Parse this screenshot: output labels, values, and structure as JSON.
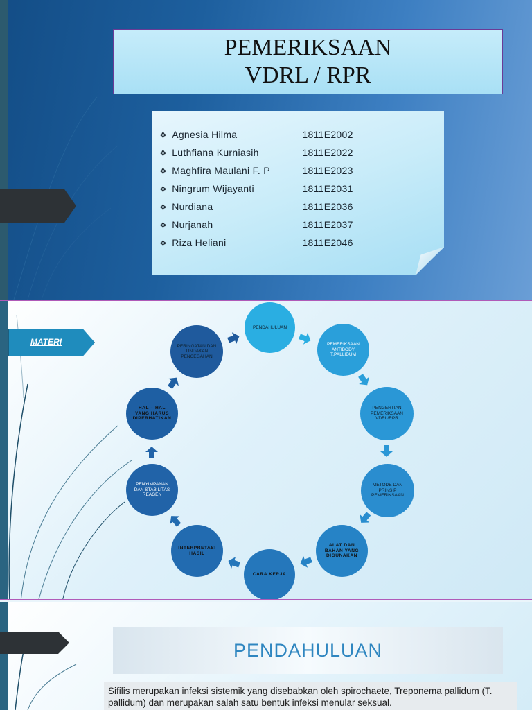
{
  "slide1": {
    "title_line1": "PEMERIKSAAN",
    "title_line2": "VDRL / RPR",
    "bullet": "❖",
    "members": [
      {
        "name": "Agnesia Hilma",
        "id": "1811E2002"
      },
      {
        "name": "Luthfiana Kurniasih",
        "id": "1811E2022"
      },
      {
        "name": "Maghfira Maulani F. P",
        "id": "1811E2023"
      },
      {
        "name": "Ningrum Wijayanti",
        "id": "1811E2031"
      },
      {
        "name": "Nurdiana",
        "id": "1811E2036"
      },
      {
        "name": "Nurjanah",
        "id": "1811E2037"
      },
      {
        "name": "Riza Heliani",
        "id": "1811E2046"
      }
    ]
  },
  "slide2": {
    "tab_label": "MATERI",
    "cycle": [
      {
        "label": "PENDAHULUAN",
        "color": "#2aaee2"
      },
      {
        "label": "PEMERIKSAAN ANTIBODY T.PALLIDUM",
        "color": "#2a9fda"
      },
      {
        "label": "PENGERTIAN PEMERIKSAAN VDRL/RPR",
        "color": "#2a97d6"
      },
      {
        "label": "METODE DAN PRINSIP PEMERIKSAAN",
        "color": "#2a8dcf"
      },
      {
        "label": "ALAT DAN BAHAN YANG DIGUNAKAN",
        "color": "#2683c6"
      },
      {
        "label": "CARA KERJA",
        "color": "#2577bb"
      },
      {
        "label": "INTERPRETASI HASIL",
        "color": "#226bb0"
      },
      {
        "label": "PENYIMPANAN DAN STABILITAS REAGEN",
        "color": "#2163a8"
      },
      {
        "label": "HAL – HAL YANG HARUS DIPERHATIKAN",
        "color": "#1e5fa3"
      },
      {
        "label": "PERINGATAN DAN TINDAKAN PENCEGAHAN",
        "color": "#1f5a9d"
      }
    ]
  },
  "slide3": {
    "heading": "PENDAHULUAN",
    "paragraph": "Sifilis merupakan infeksi sistemik yang disebabkan oleh spirochaete, Treponema pallidum (T. pallidum) dan merupakan salah satu bentuk  infeksi menular seksual."
  }
}
